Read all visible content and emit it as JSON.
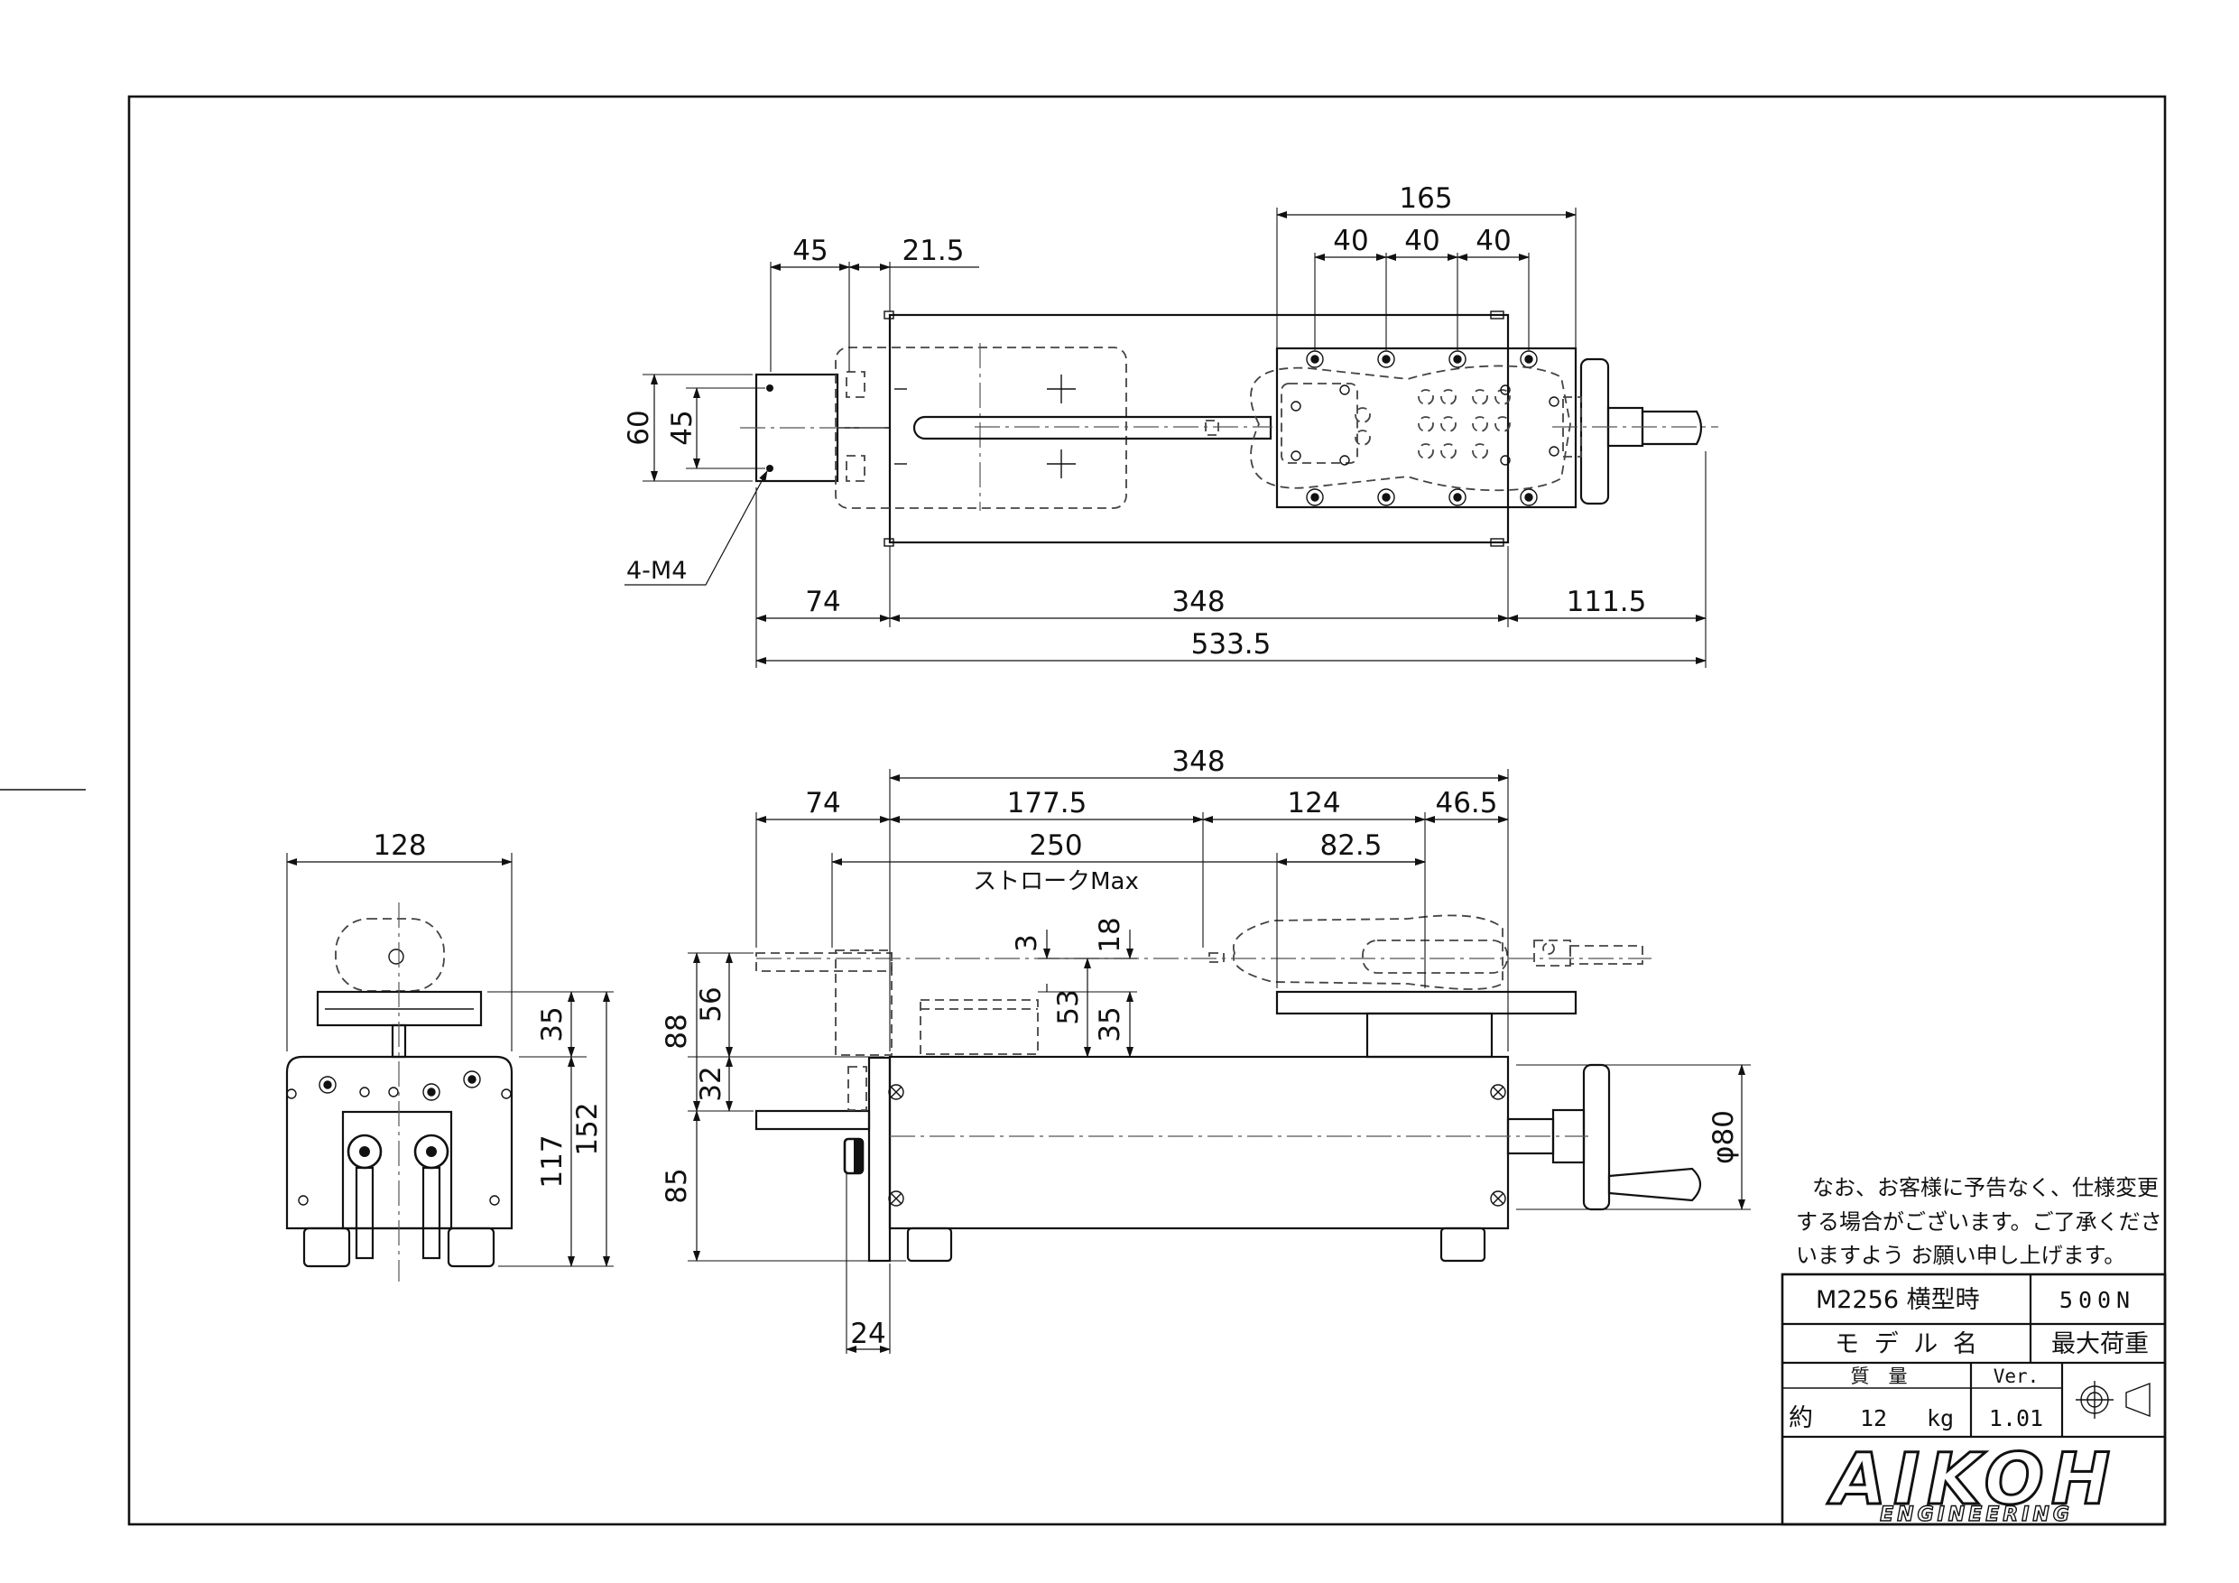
{
  "top_view": {
    "dims": {
      "overall_length": "533.5",
      "left_length": "74",
      "body_length": "348",
      "right_length": "111.5",
      "grip_width": "45",
      "offset": "21.5",
      "plate_width": "165",
      "pitch_1": "40",
      "pitch_2": "40",
      "pitch_3": "40",
      "height_60": "60",
      "height_45": "45"
    },
    "callout": "4-M4"
  },
  "side_view": {
    "dims": {
      "body_length": "348",
      "left_length": "74",
      "d_177_5": "177.5",
      "d_124": "124",
      "d_46_5": "46.5",
      "stroke": "250",
      "stroke_label": "ストロークMax",
      "d_82_5": "82.5",
      "h_3": "3",
      "h_18": "18",
      "h_53": "53",
      "h_35": "35",
      "h_88": "88",
      "h_56": "56",
      "h_32": "32",
      "h_85": "85",
      "w_24": "24",
      "dia_80": "φ80"
    }
  },
  "end_view": {
    "dims": {
      "width": "128",
      "h_35": "35",
      "h_117": "117",
      "h_152": "152"
    }
  },
  "notice": {
    "line1": "なお、お客様に予告なく、仕様変更",
    "line2": "する場合がございます。ご了承くださ",
    "line3": "いますよう お願い申し上げます。"
  },
  "title_block": {
    "model": "M2256 横型時",
    "load": "500N",
    "model_label": "モ デ ル 名",
    "load_label": "最大荷重",
    "mass_label": "質　量",
    "ver_label": "Ver.",
    "mass_prefix": "約",
    "mass_value": "12",
    "mass_unit": "kg",
    "version": "1.01",
    "logo": "AIKOH",
    "logo_sub": "ENGINEERING"
  }
}
